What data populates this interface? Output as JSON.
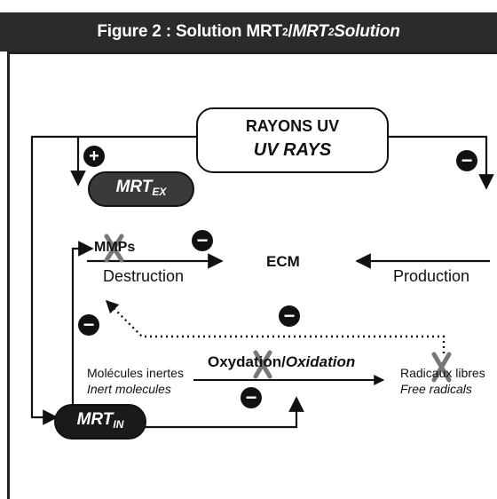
{
  "header": {
    "prefix": "Figure 2 : Solution MRT",
    "sup1": "2",
    "sep": " / ",
    "italic_main": "MRT",
    "sup2": "2",
    "italic_tail": " Solution"
  },
  "nodes": {
    "uv_fr": "RAYONS UV",
    "uv_en": "UV RAYS",
    "mrt_ex_main": "MRT",
    "mrt_ex_sub": "EX",
    "mrt_in_main": "MRT",
    "mrt_in_sub": "IN",
    "mmps": "MMPs",
    "ecm": "ECM",
    "destruction": "Destruction",
    "production": "Production",
    "oxydation_fr": "Oxydation",
    "oxydation_slash": "/",
    "oxydation_en": "Oxidation",
    "inert_fr": "Molécules inertes",
    "inert_en": "Inert molecules",
    "radicals_fr": "Radicaux libres",
    "radicals_en": "Free radicals"
  },
  "signs": {
    "plus": "+",
    "minus": "−"
  },
  "colors": {
    "header_bg": "#2b2b2b",
    "node_dark": "#1a1a1a",
    "node_grey": "#3a3a3a",
    "line": "#111111",
    "cross": "#777777"
  }
}
